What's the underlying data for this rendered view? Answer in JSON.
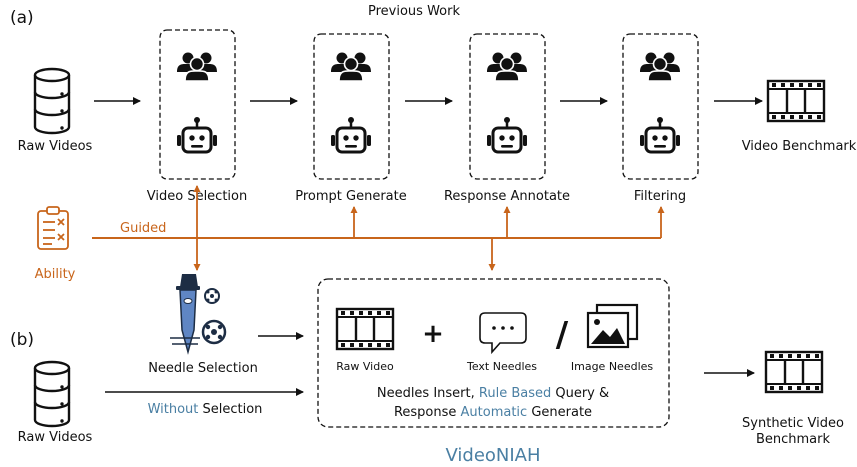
{
  "panel_a": {
    "tag": "(a)",
    "title": "Previous Work",
    "input_label": "Raw Videos",
    "output_label": "Video Benchmark",
    "stages": [
      "Video Selection",
      "Prompt Generate",
      "Response Annotate",
      "Filtering"
    ]
  },
  "ability": {
    "label": "Ability",
    "guided_label": "Guided"
  },
  "panel_b": {
    "tag": "(b)",
    "input_label": "Raw Videos",
    "needle_label": "Needle Selection",
    "without_word": "Without",
    "selection_word": " Selection",
    "raw_video_label": "Raw Video",
    "plus": "+",
    "slash": "/",
    "text_needles_label": "Text Needles",
    "image_needles_label": "Image Needles",
    "line1_part1": "Needles Insert, ",
    "line1_highlight": "Rule Based",
    "line1_part2": " Query &",
    "line2_part1": "Response ",
    "line2_highlight": "Automatic",
    "line2_part2": " Generate",
    "output_line1": "Synthetic Video",
    "output_line2": "Benchmark",
    "method_name": "VideoNIAH"
  },
  "colors": {
    "orange": "#c8651b",
    "blue": "#4a7fa3",
    "navy": "#1d2d44"
  }
}
